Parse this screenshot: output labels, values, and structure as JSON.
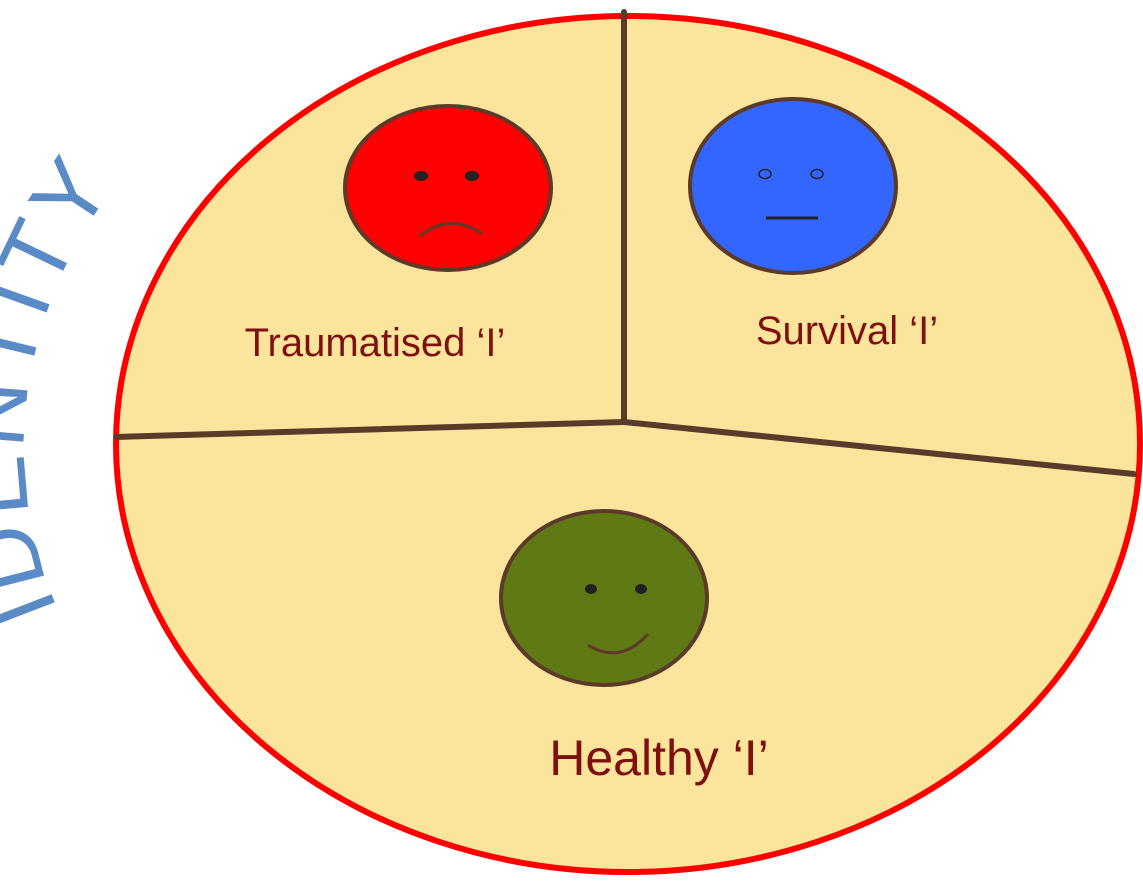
{
  "diagram": {
    "side_label": "IDENTITY",
    "sections": [
      {
        "id": "traumatised",
        "label": "Traumatised ‘I’",
        "face": "sad",
        "face_color": "#ff0000"
      },
      {
        "id": "survival",
        "label": "Survival ‘I’",
        "face": "neutral",
        "face_color": "#3366ff"
      },
      {
        "id": "healthy",
        "label": "Healthy ‘I’",
        "face": "happy",
        "face_color": "#5f7a14"
      }
    ],
    "colors": {
      "oval_fill": "#fbe49b",
      "oval_border": "#ff0000",
      "divider": "#5b3a29",
      "label_text": "#7f1010",
      "identity_text": "#5b8bc6"
    }
  }
}
